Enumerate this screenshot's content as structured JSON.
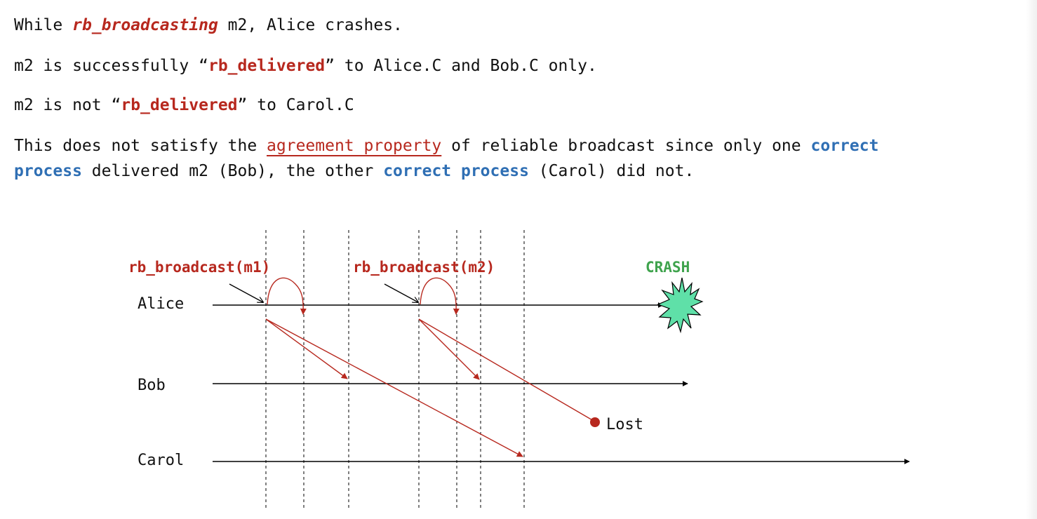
{
  "text": {
    "line1": {
      "w1": "While ",
      "w2": "rb_broadcasting",
      "w3": " m2, Alice crashes."
    },
    "line2": {
      "w1": "m2 is successfully ",
      "q1": "“",
      "w2": "rb_delivered",
      "q2": "”",
      "w3": " to Alice.C and Bob.C only."
    },
    "line3": {
      "w1": "m2 is not ",
      "q1": "“",
      "w2": "rb_delivered",
      "q2": "”",
      "w3": " to Carol.C"
    },
    "line4": {
      "w1": "This does not satisfy the ",
      "w2": "agreement property",
      "w3": " of reliable broadcast since only one ",
      "w4": "correct",
      "w5": "process",
      "w6": " delivered m2 (Bob), the other ",
      "w7": "correct process",
      "w8": " (Carol) did not."
    }
  },
  "diagram": {
    "processes": [
      "Alice",
      "Bob",
      "Carol"
    ],
    "broadcast_labels": [
      "rb_broadcast(m1)",
      "rb_broadcast(m2)"
    ],
    "crash_label": "CRASH",
    "lost_label": "Lost",
    "colors": {
      "message": "#b7281e",
      "crash_fill": "#5fe0a8",
      "crash_label": "#3fa34d",
      "line": "#000000"
    }
  }
}
